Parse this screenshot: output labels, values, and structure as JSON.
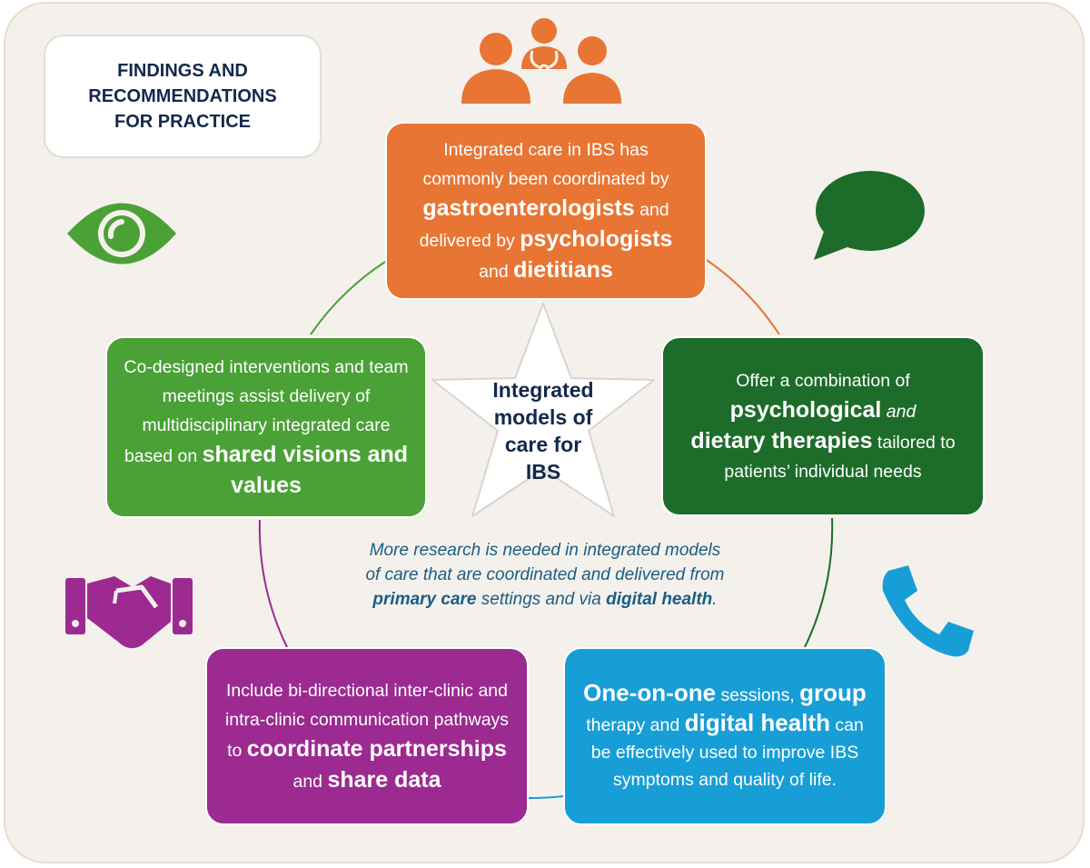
{
  "title": {
    "line1": "FINDINGS AND",
    "line2": "RECOMMENDATIONS",
    "line3": "FOR PRACTICE"
  },
  "center": {
    "line1": "Integrated",
    "line2": "models of",
    "line3": "care for",
    "line4": "IBS"
  },
  "boxes": {
    "orange": {
      "t1": "Integrated care in IBS has commonly been coordinated by",
      "b1": "gastroenterologists",
      "t2": " and delivered by ",
      "b2": "psychologists",
      "t3": " and ",
      "b3": "dietitians"
    },
    "dkgreen": {
      "t1": "Offer a combination of",
      "b1": "psychological",
      "i1": " and",
      "b2": "dietary therapies",
      "t2": " tailored to patients’ individual needs"
    },
    "blue": {
      "b1": "One-on-one",
      "t1": " sessions, ",
      "b2": "group",
      "t2": " therapy and ",
      "b3": "digital health",
      "t3": " can be effectively used to improve IBS symptoms and quality of life."
    },
    "purple": {
      "t1": "Include bi-directional inter-clinic and intra-clinic communication pathways to ",
      "b1": "coordinate partnerships",
      "t2": " and ",
      "b2": "share data"
    },
    "green": {
      "t1": "Co-designed interventions and team meetings assist delivery of multidisciplinary integrated care based on ",
      "b1": "shared visions and values"
    }
  },
  "research": {
    "t1": "More research is needed in integrated models of care that are coordinated and delivered from ",
    "b1": "primary care",
    "t2": " settings and via ",
    "b2": "digital health",
    "t3": "."
  },
  "icons": {
    "team": "care-team-icon",
    "eye": "eye-icon",
    "chat": "speech-bubble-icon",
    "handshake": "handshake-icon",
    "phone": "phone-icon"
  },
  "colors": {
    "orange": "#e87533",
    "green": "#4aa136",
    "dark_green": "#1d6c2a",
    "purple": "#9c2a91",
    "blue": "#189ed7",
    "navy": "#13294b"
  }
}
